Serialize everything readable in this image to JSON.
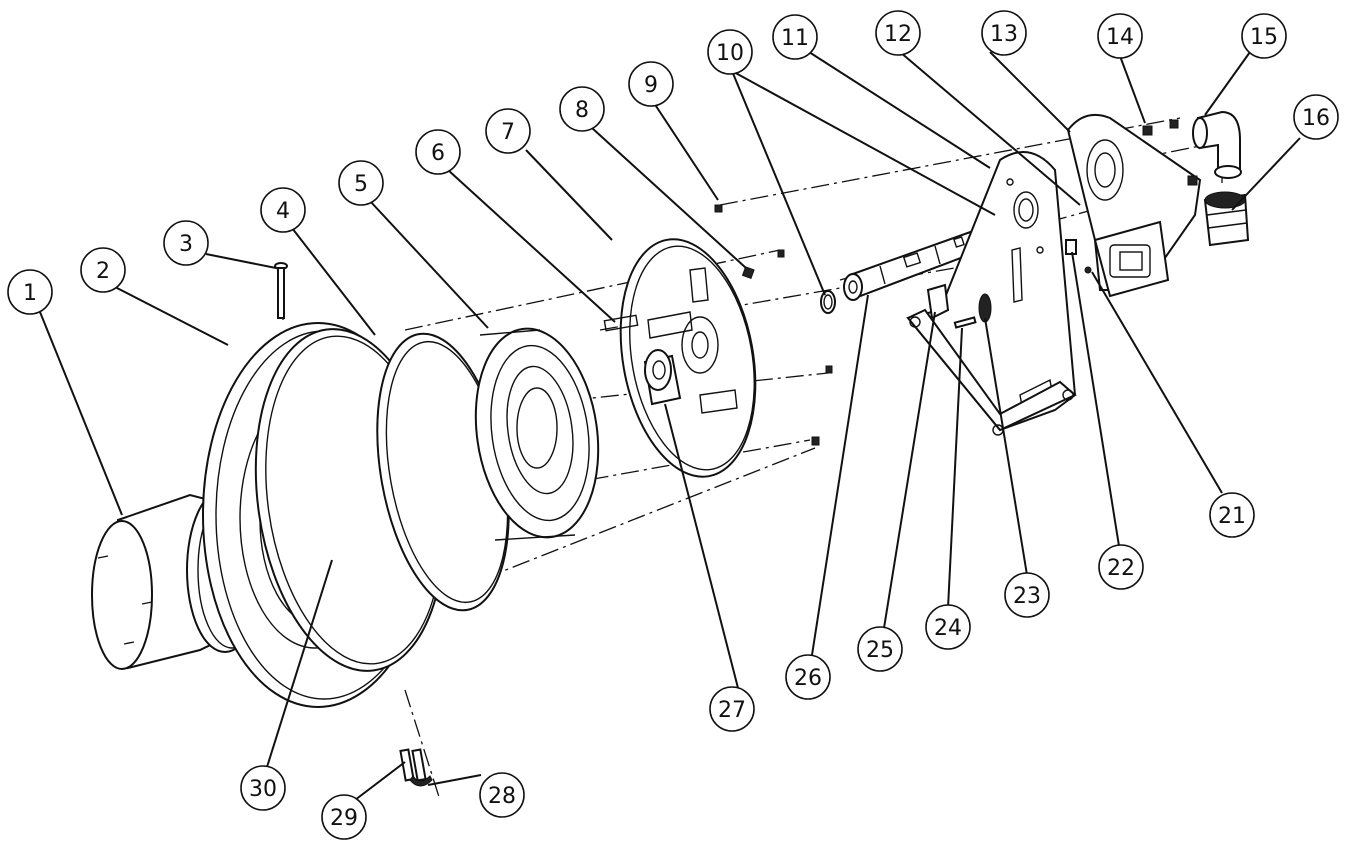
{
  "callouts": [
    {
      "id": "c1",
      "label": "1"
    },
    {
      "id": "c2",
      "label": "2"
    },
    {
      "id": "c3",
      "label": "3"
    },
    {
      "id": "c4",
      "label": "4"
    },
    {
      "id": "c5",
      "label": "5"
    },
    {
      "id": "c6",
      "label": "6"
    },
    {
      "id": "c7",
      "label": "7"
    },
    {
      "id": "c8",
      "label": "8"
    },
    {
      "id": "c9",
      "label": "9"
    },
    {
      "id": "c10",
      "label": "10"
    },
    {
      "id": "c11",
      "label": "11"
    },
    {
      "id": "c12",
      "label": "12"
    },
    {
      "id": "c13",
      "label": "13"
    },
    {
      "id": "c14",
      "label": "14"
    },
    {
      "id": "c15",
      "label": "15"
    },
    {
      "id": "c16",
      "label": "16"
    },
    {
      "id": "c21",
      "label": "21"
    },
    {
      "id": "c22",
      "label": "22"
    },
    {
      "id": "c23",
      "label": "23"
    },
    {
      "id": "c24",
      "label": "24"
    },
    {
      "id": "c25",
      "label": "25"
    },
    {
      "id": "c26",
      "label": "26"
    },
    {
      "id": "c27",
      "label": "27"
    },
    {
      "id": "c28",
      "label": "28"
    },
    {
      "id": "c29",
      "label": "29"
    },
    {
      "id": "c30",
      "label": "30"
    }
  ],
  "colors": {
    "line": "#111111",
    "background": "#ffffff"
  }
}
